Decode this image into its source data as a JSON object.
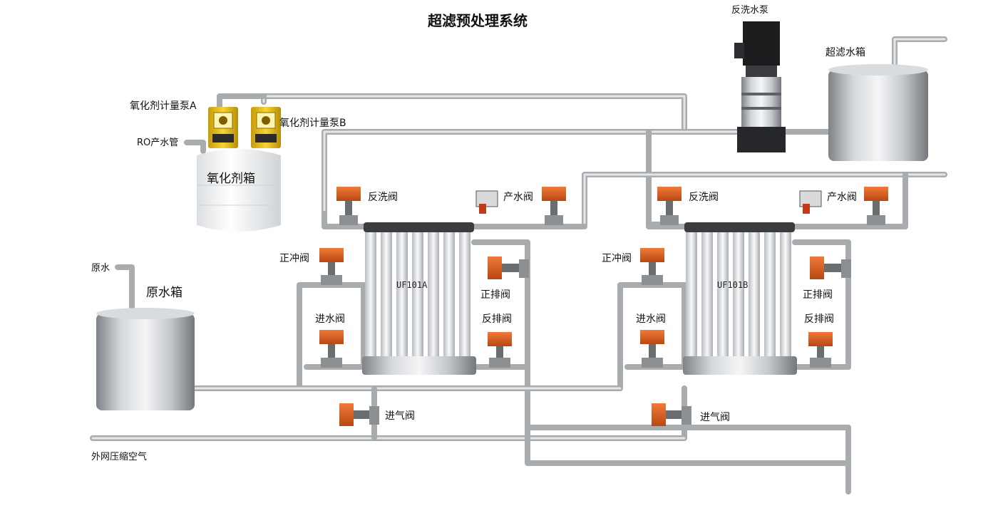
{
  "title": "超滤预处理系统",
  "labels": {
    "backwash_pump": "反洗水泵",
    "uf_tank": "超滤水箱",
    "dosing_pump_a": "氧化剂计量泵A",
    "dosing_pump_b": "氧化剂计量泵B",
    "ro_pipe": "RO产水管",
    "oxidant_tank": "氧化剂箱",
    "raw_water": "原水",
    "raw_tank": "原水箱",
    "compressed_air": "外网压缩空气"
  },
  "units": [
    {
      "name": "UF101A",
      "valves": {
        "backwash": "反洗阀",
        "product": "产水阀",
        "forward_flush": "正冲阀",
        "inlet": "进水阀",
        "forward_drain": "正排阀",
        "back_drain": "反排阀",
        "air_inlet": "进气阀"
      }
    },
    {
      "name": "UF101B",
      "valves": {
        "backwash": "反洗阀",
        "product": "产水阀",
        "forward_flush": "正冲阀",
        "inlet": "进水阀",
        "forward_drain": "正排阀",
        "back_drain": "反排阀",
        "air_inlet": "进气阀"
      }
    }
  ],
  "colors": {
    "pipe": "#a9acae",
    "valve_actuator": "#d8602a",
    "pump_body": "#e8c21a",
    "tank_metal": "#b8bcc0"
  }
}
